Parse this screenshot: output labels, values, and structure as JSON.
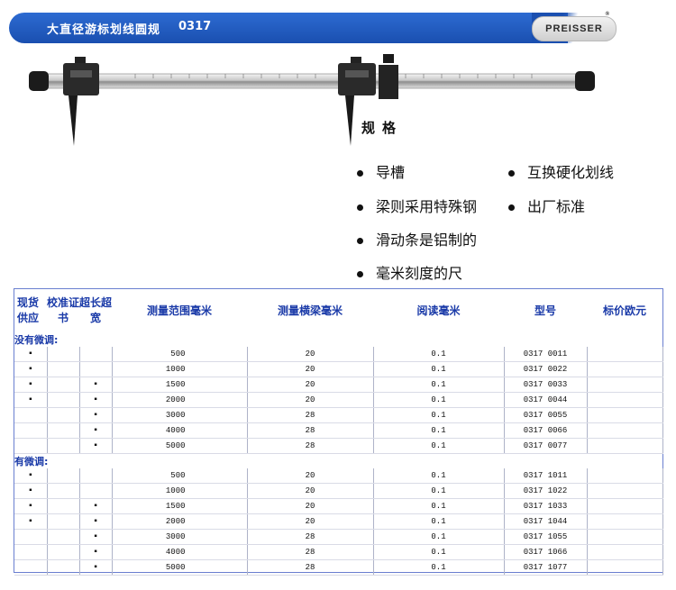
{
  "header": {
    "title": "大直径游标划线圆规",
    "code": "0317"
  },
  "logo": {
    "text": "PREISSER",
    "mark": "®"
  },
  "spec": {
    "title": "规格",
    "bullets_left": [
      "导槽",
      "梁则采用特殊钢",
      "滑动条是铝制的",
      "毫米刻度的尺"
    ],
    "bullets_right": [
      "互换硬化划线",
      "出厂标准"
    ]
  },
  "table": {
    "headers": [
      "现货供应",
      "校准证书",
      "超长超宽",
      "测量范围毫米",
      "测量横梁毫米",
      "阅读毫米",
      "型号",
      "标价欧元"
    ],
    "groups": [
      {
        "label": "没有微调:",
        "rows": [
          [
            "▪",
            "",
            "",
            "500",
            "20",
            "0.1",
            "0317 0011",
            ""
          ],
          [
            "▪",
            "",
            "",
            "1000",
            "20",
            "0.1",
            "0317 0022",
            ""
          ],
          [
            "▪",
            "",
            "▪",
            "1500",
            "20",
            "0.1",
            "0317 0033",
            ""
          ],
          [
            "▪",
            "",
            "▪",
            "2000",
            "20",
            "0.1",
            "0317 0044",
            ""
          ],
          [
            "",
            "",
            "▪",
            "3000",
            "28",
            "0.1",
            "0317 0055",
            ""
          ],
          [
            "",
            "",
            "▪",
            "4000",
            "28",
            "0.1",
            "0317 0066",
            ""
          ],
          [
            "",
            "",
            "▪",
            "5000",
            "28",
            "0.1",
            "0317 0077",
            ""
          ]
        ]
      },
      {
        "label": "有微调:",
        "rows": [
          [
            "▪",
            "",
            "",
            "500",
            "20",
            "0.1",
            "0317 1011",
            ""
          ],
          [
            "▪",
            "",
            "",
            "1000",
            "20",
            "0.1",
            "0317 1022",
            ""
          ],
          [
            "▪",
            "",
            "▪",
            "1500",
            "20",
            "0.1",
            "0317 1033",
            ""
          ],
          [
            "▪",
            "",
            "▪",
            "2000",
            "20",
            "0.1",
            "0317 1044",
            ""
          ],
          [
            "",
            "",
            "▪",
            "3000",
            "28",
            "0.1",
            "0317 1055",
            ""
          ],
          [
            "",
            "",
            "▪",
            "4000",
            "28",
            "0.1",
            "0317 1066",
            ""
          ],
          [
            "",
            "",
            "▪",
            "5000",
            "28",
            "0.1",
            "0317 1077",
            ""
          ]
        ]
      }
    ]
  }
}
